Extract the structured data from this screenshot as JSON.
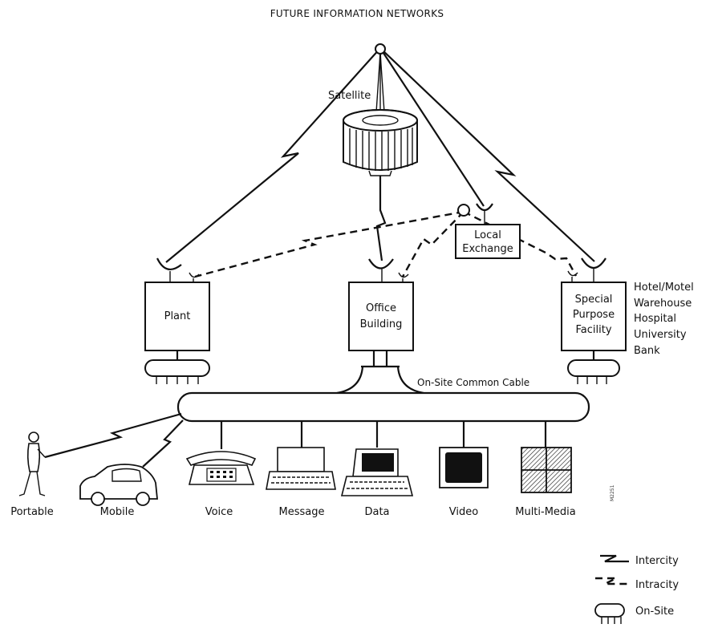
{
  "title": "FUTURE INFORMATION NETWORKS",
  "nodes": {
    "satellite": "Satellite",
    "local_exchange": [
      "Local",
      "Exchange"
    ],
    "plant": "Plant",
    "office_building": [
      "Office",
      "Building"
    ],
    "special_purpose_facility": [
      "Special",
      "Purpose",
      "Facility"
    ]
  },
  "facility_examples": [
    "Hotel/Motel",
    "Warehouse",
    "Hospital",
    "University",
    "Bank"
  ],
  "cable_label": "On-Site Common Cable",
  "devices": [
    "Portable",
    "Mobile",
    "Voice",
    "Message",
    "Data",
    "Video",
    "Multi-Media"
  ],
  "figure_id": "M2251",
  "legend": {
    "intercity": "Intercity",
    "intracity": "Intracity",
    "on_site": "On-Site"
  }
}
